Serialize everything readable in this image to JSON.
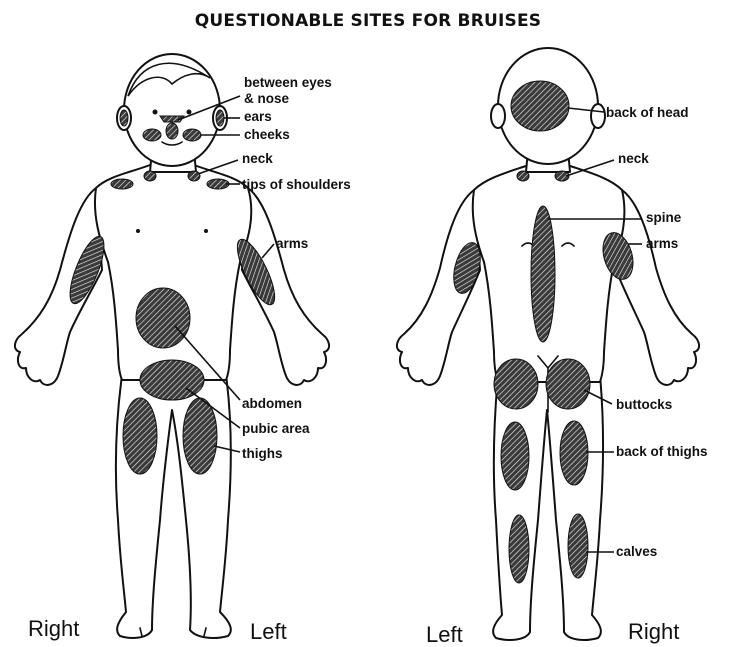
{
  "title": "QUESTIONABLE SITES FOR BRUISES",
  "front": {
    "labels": {
      "between_eyes_1": "between eyes",
      "between_eyes_2": "& nose",
      "ears": "ears",
      "cheeks": "cheeks",
      "neck": "neck",
      "tips_of_shoulders": "tips of shoulders",
      "arms": "arms",
      "abdomen": "abdomen",
      "pubic_area": "pubic area",
      "thighs": "thighs"
    },
    "side_right": "Right",
    "side_left": "Left"
  },
  "back": {
    "labels": {
      "back_of_head": "back of head",
      "neck": "neck",
      "spine": "spine",
      "arms": "arms",
      "buttocks": "buttocks",
      "back_of_thighs": "back of thighs",
      "calves": "calves"
    },
    "side_left": "Left",
    "side_right": "Right"
  }
}
